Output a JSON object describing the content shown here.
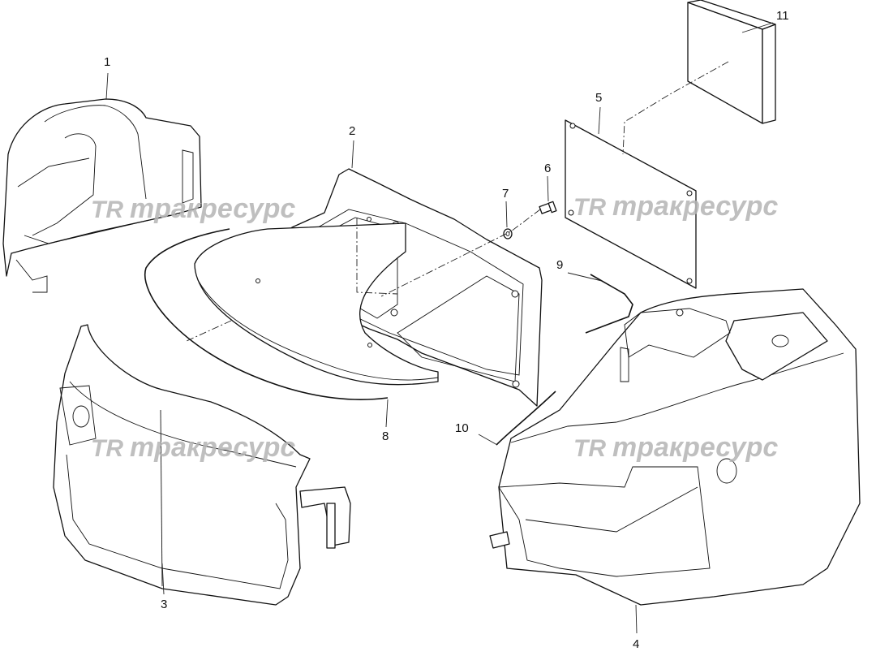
{
  "diagram": {
    "callouts": [
      "1",
      "2",
      "3",
      "4",
      "5",
      "6",
      "7",
      "8",
      "9",
      "10",
      "11"
    ]
  },
  "watermark": {
    "logo": "TR",
    "text": "тракресурс"
  }
}
